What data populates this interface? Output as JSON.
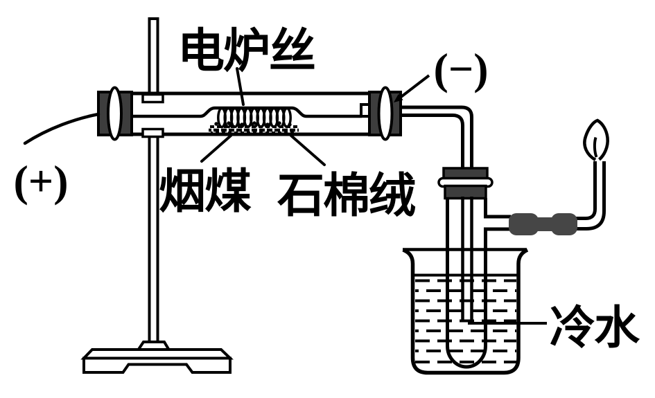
{
  "diagram": {
    "type": "chemistry-apparatus-line-drawing",
    "subject": "coal destructive distillation with electric heating",
    "labels": {
      "heater_wire": "电炉丝",
      "negative_terminal": "(−)",
      "positive_terminal": "(+)",
      "coal": "烟煤",
      "asbestos_wool": "石棉绒",
      "cold_water": "冷水"
    },
    "colors": {
      "line": "#000000",
      "stopper_fill": "#3d3d3d",
      "connector_fill": "#464646",
      "background": "#ffffff"
    }
  }
}
